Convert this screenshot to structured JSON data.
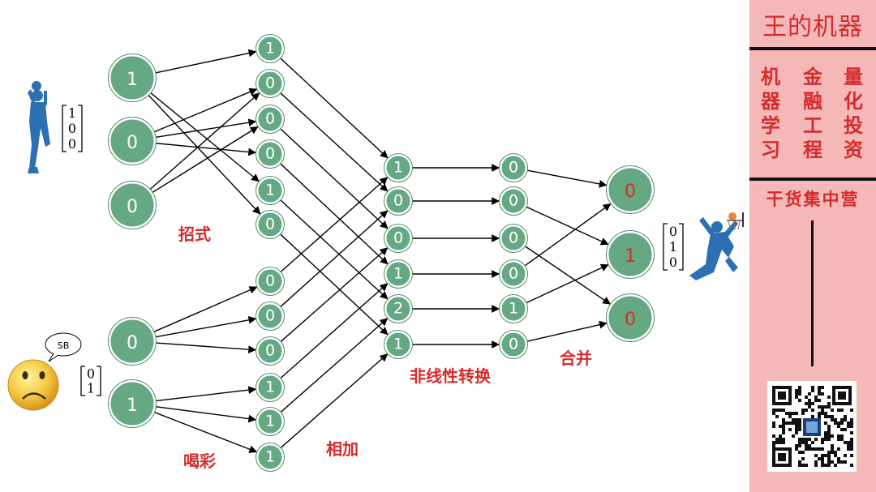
{
  "sidebar": {
    "title": "王的机器",
    "columns": [
      [
        "机",
        "器",
        "学",
        "习"
      ],
      [
        "金",
        "融",
        "工",
        "程"
      ],
      [
        "量",
        "化",
        "投",
        "资"
      ]
    ],
    "subtitle": "干货集中营"
  },
  "labels": {
    "moves": "招式",
    "cheer": "喝彩",
    "add": "相加",
    "nonlinear": "非线性转换",
    "merge": "合并",
    "speech": "SB"
  },
  "vectors": {
    "left_top": [
      "1",
      "0",
      "0"
    ],
    "left_bottom": [
      "0",
      "1"
    ],
    "right": [
      "0",
      "1",
      "0"
    ]
  },
  "network": {
    "input_top": [
      "1",
      "0",
      "0"
    ],
    "input_bottom": [
      "0",
      "1"
    ],
    "hidden_a": [
      "1",
      "0",
      "0",
      "0",
      "1",
      "0",
      "0",
      "0",
      "0",
      "1",
      "1",
      "1"
    ],
    "sum": [
      "1",
      "0",
      "0",
      "1",
      "2",
      "1"
    ],
    "nonlinear": [
      "0",
      "0",
      "0",
      "0",
      "1",
      "0"
    ],
    "output": [
      "0",
      "1",
      "0"
    ]
  },
  "colors": {
    "node_fill": "#66a884",
    "node_stroke": "#ffffff",
    "label_red": "#d62b2b",
    "sidebar_bg": "#f4b8b8",
    "player_blue": "#2d6fb3"
  }
}
